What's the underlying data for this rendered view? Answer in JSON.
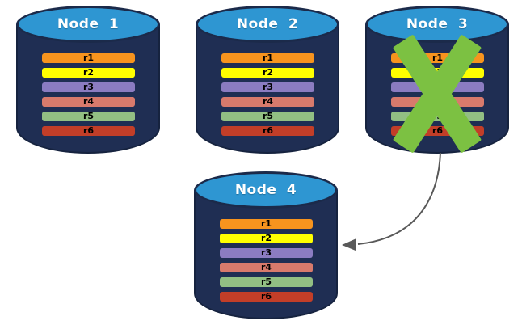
{
  "colors": {
    "cylinder_body": "#1f2e53",
    "cylinder_edge": "#16233f",
    "cylinder_top": "#2e96d2",
    "title_text": "#ffffff",
    "bar_label_text": "#000000",
    "cross": "#7cc142",
    "arrow": "#595959"
  },
  "nodes": [
    {
      "title": "Node 1",
      "rows": [
        {
          "label": "r1",
          "color": "#f7941e"
        },
        {
          "label": "r2",
          "color": "#ffff00"
        },
        {
          "label": "r3",
          "color": "#8b7cc1"
        },
        {
          "label": "r4",
          "color": "#d87a6c"
        },
        {
          "label": "r5",
          "color": "#92bf83"
        },
        {
          "label": "r6",
          "color": "#c23e28"
        }
      ]
    },
    {
      "title": "Node 2",
      "rows": [
        {
          "label": "r1",
          "color": "#f7941e"
        },
        {
          "label": "r2",
          "color": "#ffff00"
        },
        {
          "label": "r3",
          "color": "#8b7cc1"
        },
        {
          "label": "r4",
          "color": "#d87a6c"
        },
        {
          "label": "r5",
          "color": "#92bf83"
        },
        {
          "label": "r6",
          "color": "#c23e28"
        }
      ]
    },
    {
      "title": "Node 3",
      "rows": [
        {
          "label": "r1",
          "color": "#f7941e"
        },
        {
          "label": "r2",
          "color": "#ffff00"
        },
        {
          "label": "r3",
          "color": "#8b7cc1"
        },
        {
          "label": "r4",
          "color": "#d87a6c"
        },
        {
          "label": "r5",
          "color": "#92bf83"
        },
        {
          "label": "r6",
          "color": "#c23e28"
        }
      ]
    },
    {
      "title": "Node 4",
      "rows": [
        {
          "label": "r1",
          "color": "#f7941e"
        },
        {
          "label": "r2",
          "color": "#ffff00"
        },
        {
          "label": "r3",
          "color": "#8b7cc1"
        },
        {
          "label": "r4",
          "color": "#d87a6c"
        },
        {
          "label": "r5",
          "color": "#92bf83"
        },
        {
          "label": "r6",
          "color": "#c23e28"
        }
      ]
    }
  ],
  "failure_cross": {
    "icon": "green-x-icon",
    "marks_node": "Node 3"
  },
  "arrow": {
    "from": "Node 3",
    "to": "Node 4"
  }
}
